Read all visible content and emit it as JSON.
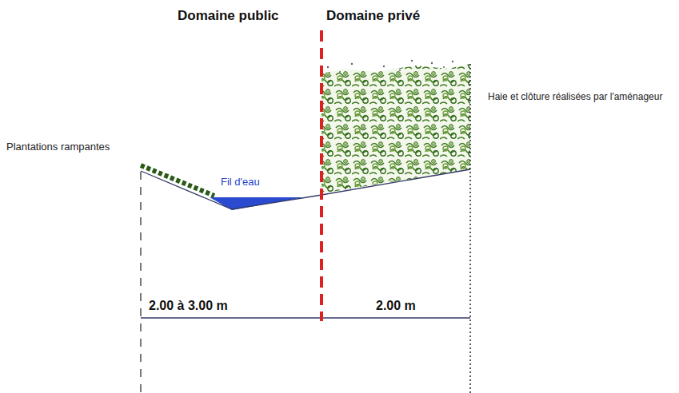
{
  "diagram": {
    "labels": [
      "Domaine public",
      "Domaine privé",
      "Haie et clôture réalisées par l'aménageur",
      "Plantations rampantes",
      "Fil d'eau",
      "2.00 à 3.00 m",
      "2.00 m"
    ]
  }
}
